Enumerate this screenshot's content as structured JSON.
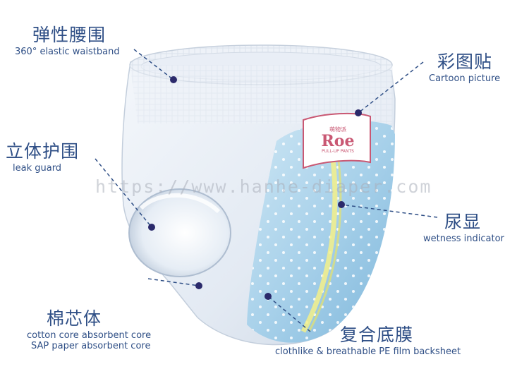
{
  "watermark": "https://www.hanhe-diaper.com",
  "brand_logo": {
    "text": "Roe",
    "sub": "PULL-UP PANTS",
    "top": "萌物派"
  },
  "labels": {
    "waistband": {
      "zh": "弹性腰围",
      "en": "360° elastic waistband"
    },
    "cartoon": {
      "zh": "彩图贴",
      "en": "Cartoon picture"
    },
    "leak_guard": {
      "zh": "立体护围",
      "en": "leak guard"
    },
    "wetness": {
      "zh": "尿显",
      "en": "wetness indicator"
    },
    "core": {
      "zh": "棉芯体",
      "en_line1": "cotton core absorbent core",
      "en_line2": "SAP paper absorbent core"
    },
    "backsheet": {
      "zh": "复合底膜",
      "en": "clothlike & breathable PE film backsheet"
    }
  },
  "colors": {
    "text": "#2f4f86",
    "dot": "#2b2a6b",
    "backsheet": "#a9d3ea",
    "indicator": "#f3f08a"
  }
}
